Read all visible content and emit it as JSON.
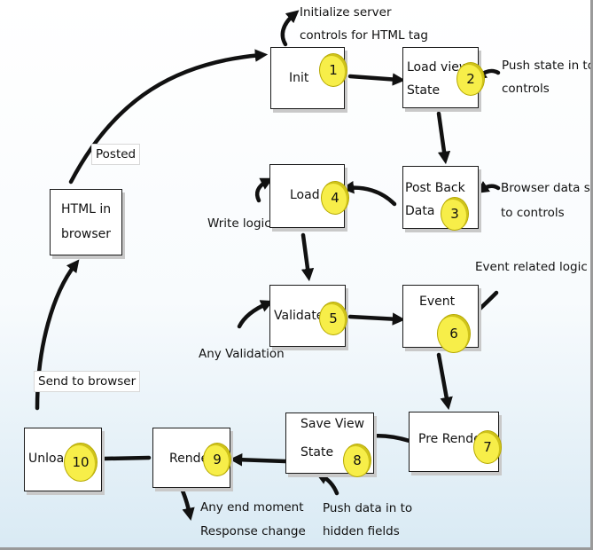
{
  "stages": {
    "init": {
      "label": "Init",
      "num": "1"
    },
    "load_view_state": {
      "label_line1": "Load view",
      "label_line2": "State",
      "num": "2"
    },
    "post_back_data": {
      "label_line1": "Post Back",
      "label_line2": "Data",
      "num": "3"
    },
    "load": {
      "label": "Load",
      "num": "4"
    },
    "validate": {
      "label": "Validate",
      "num": "5"
    },
    "event": {
      "label": "Event",
      "num": "6"
    },
    "pre_render": {
      "label": "Pre Render",
      "num": "7"
    },
    "save_view_state": {
      "label_line1": "Save View",
      "label_line2": "State",
      "num": "8"
    },
    "render": {
      "label": "Render",
      "num": "9"
    },
    "unload": {
      "label": "Unload",
      "num": "10"
    },
    "html_in_browser": {
      "label_line1": "HTML in",
      "label_line2": "browser"
    }
  },
  "notes": {
    "init_line1": "Initialize server",
    "init_line2": "controls for HTML tag",
    "view_state_line1": "Push state in to",
    "view_state_line2": "controls",
    "post_back_line1": "Browser data set",
    "post_back_line2": "to controls",
    "load": "Write logic",
    "validate": "Any Validation",
    "event": "Event related logic",
    "save_view_state_line1": "Push data in to",
    "save_view_state_line2": "hidden fields",
    "render_line1": "Any end moment",
    "render_line2": "Response change",
    "posted": "Posted",
    "send_to_browser": "Send to browser"
  },
  "colors": {
    "badge": "#f7ee49",
    "arrow": "#111111"
  }
}
